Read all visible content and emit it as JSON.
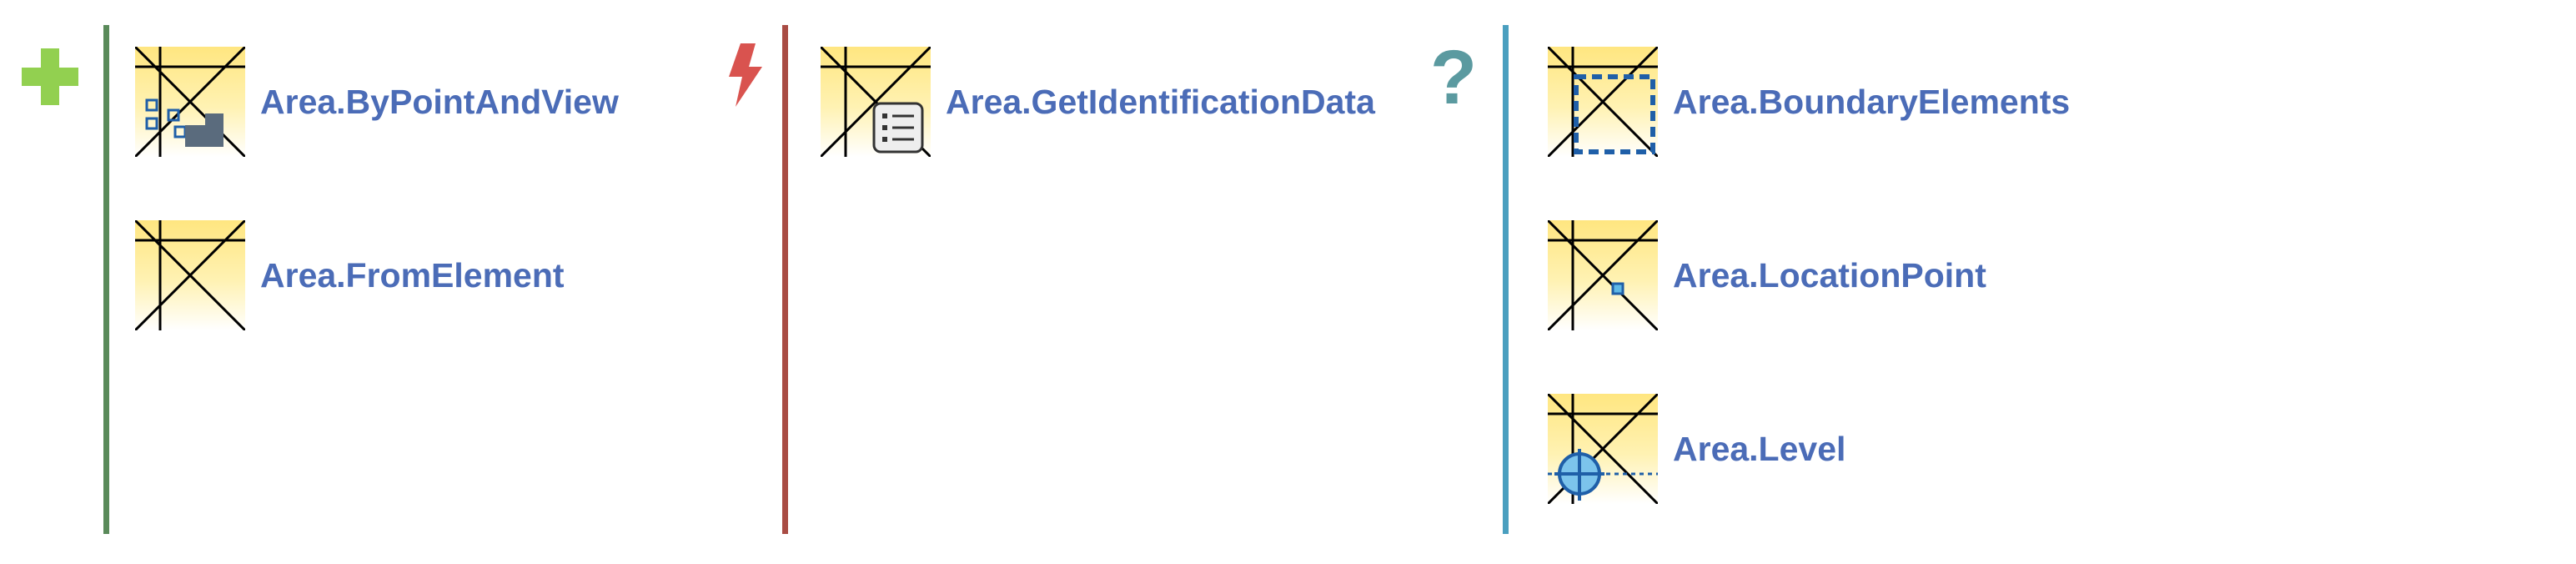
{
  "colors": {
    "create": "#92d050",
    "action": "#d9534f",
    "query": "#5b9aa0",
    "create_divider": "#5a8a5a",
    "action_divider": "#a94c44",
    "query_divider": "#4a9fbf",
    "label": "#4b6cb7"
  },
  "groups": [
    {
      "icon": "plus-icon",
      "nodes": [
        {
          "label": "Area.ByPointAndView",
          "icon": "area-by-point-and-view-icon"
        },
        {
          "label": "Area.FromElement",
          "icon": "area-from-element-icon"
        }
      ]
    },
    {
      "icon": "lightning-icon",
      "nodes": [
        {
          "label": "Area.GetIdentificationData",
          "icon": "area-get-identification-data-icon"
        }
      ]
    },
    {
      "icon": "question-mark-icon",
      "nodes": [
        {
          "label": "Area.BoundaryElements",
          "icon": "area-boundary-elements-icon"
        },
        {
          "label": "Area.LocationPoint",
          "icon": "area-location-point-icon"
        },
        {
          "label": "Area.Level",
          "icon": "area-level-icon"
        }
      ]
    }
  ]
}
